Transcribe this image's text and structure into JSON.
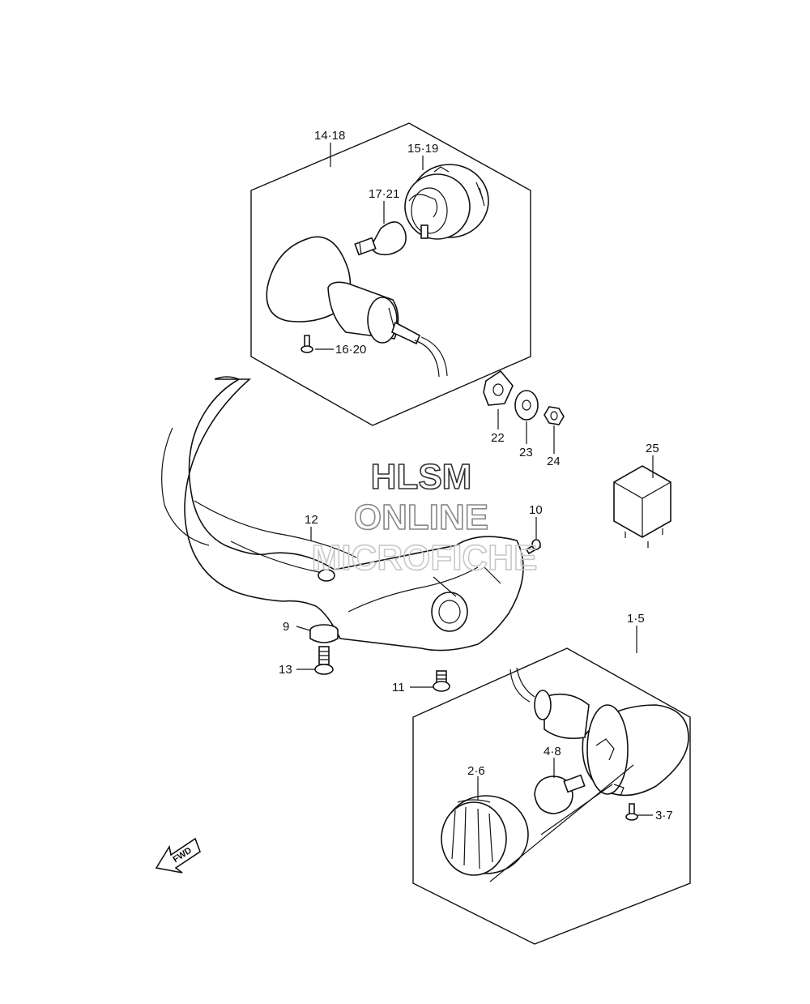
{
  "watermark": {
    "line1": "HLSM",
    "line2": "ONLINE",
    "line3": "MICROFICHE"
  },
  "fwd_label": "FWD",
  "labels": {
    "p14_18": "14·18",
    "p15_19": "15·19",
    "p17_21": "17·21",
    "p16_20": "16·20",
    "p22": "22",
    "p23": "23",
    "p24": "24",
    "p25": "25",
    "p12": "12",
    "p10": "10",
    "p9": "9",
    "p13": "13",
    "p11": "11",
    "p1_5": "1·5",
    "p4_8": "4·8",
    "p2_6": "2·6",
    "p3_7": "3·7"
  }
}
